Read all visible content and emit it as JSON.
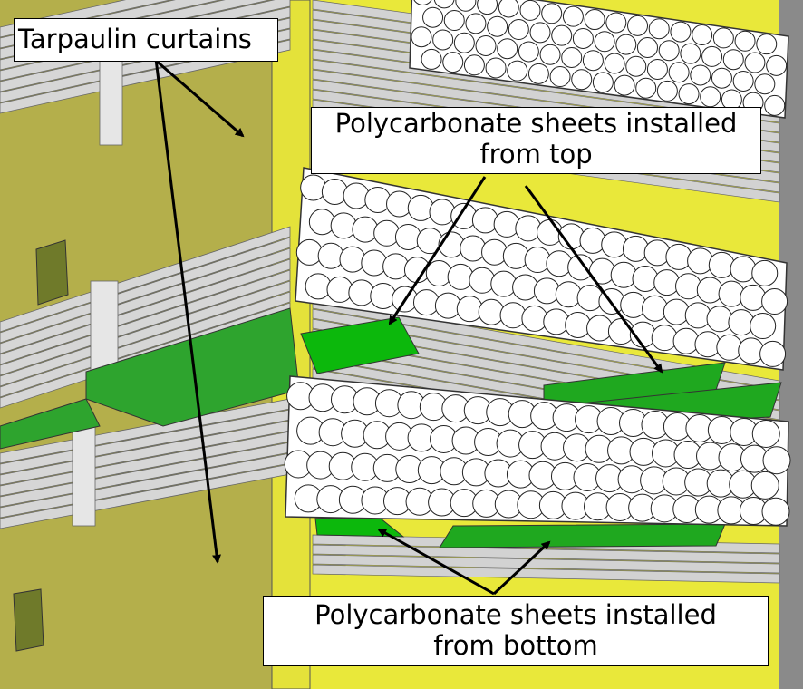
{
  "labels": {
    "tarpaulin": "Tarpaulin curtains",
    "top_line1": "Polycarbonate sheets installed",
    "top_line2": "from top",
    "bottom_line1": "Polycarbonate sheets installed",
    "bottom_line2": "from bottom"
  },
  "colors": {
    "wall": "#b4af4b",
    "frame": "#e9e83a",
    "pipe": "#d4d4d4",
    "panel": "#ffffff",
    "sheet": "#1fa81f",
    "sheet_bright": "#0cb80c"
  }
}
